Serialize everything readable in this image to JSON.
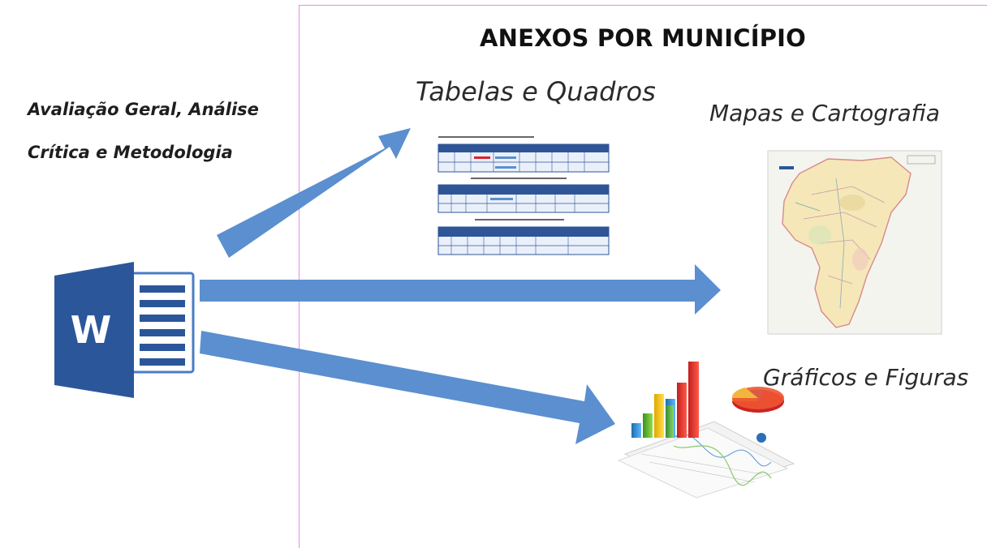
{
  "left_text": {
    "line1": "Avaliação Geral, Análise",
    "line2": "Crítica e Metodologia"
  },
  "annex": {
    "title": "ANEXOS POR MUNICÍPIO",
    "tabelas_label": "Tabelas e Quadros",
    "mapas_label": "Mapas e Cartografia",
    "graficos_label": "Gráficos e Figuras"
  },
  "icons": {
    "word_icon": "word-document-icon",
    "word_letter": "W",
    "tables_thumbnail": "tables-thumbnail",
    "map_thumbnail": "map-thumbnail",
    "charts_illustration": "charts-illustration"
  },
  "colors": {
    "arrow": "#5b8fcf",
    "annex_border": "#e88ae8",
    "word_blue": "#2b579a",
    "table_header": "#2f5597"
  }
}
